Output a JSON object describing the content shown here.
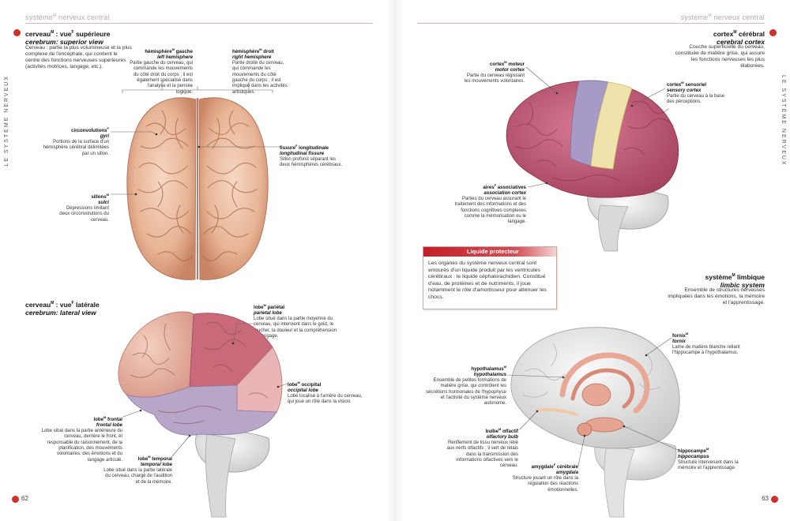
{
  "running_head": {
    "left": {
      "pre": "système",
      "sup": "M",
      "post": " nerveux central"
    },
    "right": {
      "pre": "système",
      "sup": "M",
      "post": " nerveux central"
    }
  },
  "side_tab": {
    "left": "LE SYSTÈME NERVEUX",
    "right": "LE SYSTÈME NERVEUX"
  },
  "folio": {
    "left": "62",
    "right": "63"
  },
  "colors": {
    "accent": "#d0302c",
    "box_header": "#c41e2a",
    "running_head": "#b9a9a9"
  },
  "top_view": {
    "title_fr": "cerveau",
    "title_sup": "M",
    "title_fr_rest": " : vue",
    "title_sup2": "F",
    "title_fr_rest2": " supérieure",
    "title_en": "cerebrum: superior view",
    "description": "Cerveau : partie la plus volumineuse et la plus complexe de l'encéphale, qui contient le centre des fonctions nerveuses supérieures (activités motrices, langage, etc.).",
    "labels": {
      "left_hemisphere": {
        "term": "hémisphère",
        "sup": "M",
        "term_rest": " gauche",
        "en": "left hemisphere",
        "desc": "Partie gauche du cerveau, qui commande les mouvements du côté droit du corps ; il est également spécialisé dans l'analyse et la pensée logique."
      },
      "right_hemisphere": {
        "term": "hémisphère",
        "sup": "M",
        "term_rest": " droit",
        "en": "right hemisphere",
        "desc": "Partie droite du cerveau, qui commande les mouvements du côté gauche du corps ; il est impliqué dans les activités artistiques."
      },
      "gyri": {
        "term": "circonvolutions",
        "sup": "F",
        "term_rest": "",
        "en": "gyri",
        "desc": "Portions de la surface d'un hémisphère cérébral délimitées par un sillon."
      },
      "fissure": {
        "term": "fissure",
        "sup": "F",
        "term_rest": " longitudinale",
        "en": "longitudinal fissure",
        "desc": "Sillon profond séparant les deux hémisphères cérébraux."
      },
      "sulci": {
        "term": "sillons",
        "sup": "M",
        "term_rest": "",
        "en": "sulci",
        "desc": "Dépressions limitant deux circonvolutions du cerveau."
      }
    }
  },
  "lateral_view": {
    "title_fr": "cerveau",
    "title_sup": "M",
    "title_fr_rest": " : vue",
    "title_sup2": "F",
    "title_fr_rest2": " latérale",
    "title_en": "cerebrum: lateral view",
    "labels": {
      "parietal": {
        "term": "lobe",
        "sup": "M",
        "term_rest": " pariétal",
        "en": "parietal lobe",
        "desc": "Lobe situé dans la partie moyenne du cerveau, qui intervient dans le goût, le toucher, la douleur et la compréhension du langage."
      },
      "occipital": {
        "term": "lobe",
        "sup": "M",
        "term_rest": " occipital",
        "en": "occipital lobe",
        "desc": "Lobe localisé à l'arrière du cerveau, qui joue un rôle dans la vision."
      },
      "frontal": {
        "term": "lobe",
        "sup": "M",
        "term_rest": " frontal",
        "en": "frontal lobe",
        "desc": "Lobe situé dans la partie antérieure du cerveau, derrière le front, et responsable du raisonnement, de la planification, des mouvements volontaires, des émotions et du langage articulé."
      },
      "temporal": {
        "term": "lobe",
        "sup": "M",
        "term_rest": " temporal",
        "en": "temporal lobe",
        "desc": "Lobe situé dans la partie latérale du cerveau, chargé de l'audition et de la mémoire."
      }
    }
  },
  "cortex": {
    "title_fr": "cortex",
    "title_sup": "M",
    "title_fr_rest": " cérébral",
    "title_en": "cerebral cortex",
    "description": "Couche superficielle du cerveau, constituée de matière grise, qui assure les fonctions nerveuses les plus élaborées.",
    "labels": {
      "motor": {
        "term": "cortex",
        "sup": "M",
        "term_rest": " moteur",
        "en": "motor cortex",
        "desc": "Partie du cerveau régissant les mouvements volontaires."
      },
      "sensory": {
        "term": "cortex",
        "sup": "M",
        "term_rest": " sensoriel",
        "en": "sensory cortex",
        "desc": "Partie du cerveau à la base des perceptions."
      },
      "association": {
        "term": "aires",
        "sup": "F",
        "term_rest": " associatives",
        "en": "association cortex",
        "desc": "Parties du cerveau assurant le traitement des informations et des fonctions cognitives complexes comme la mémorisation ou le langage."
      }
    }
  },
  "box": {
    "title": "Liquide protecteur",
    "text": "Les organes du système nerveux central sont entourés d'un liquide produit par les ventricules cérébraux : le liquide céphalorachidien. Constitué d'eau, de protéines et de nutriments, il joue notamment le rôle d'amortisseur pour atténuer les chocs."
  },
  "limbic": {
    "title_fr": "système",
    "title_sup": "M",
    "title_fr_rest": " limbique",
    "title_en": "limbic system",
    "description": "Ensemble de structures nerveuses impliquées dans les émotions, la mémoire et l'apprentissage.",
    "labels": {
      "fornix": {
        "term": "fornix",
        "sup": "M",
        "term_rest": "",
        "en": "fornix",
        "desc": "Lame de matière blanche reliant l'hippocampe à l'hypothalamus."
      },
      "hypothalamus": {
        "term": "hypothalamus",
        "sup": "M",
        "term_rest": "",
        "en": "hypothalamus",
        "desc": "Ensemble de petites formations de matière grise, qui contrôlent les sécrétions hormonales de l'hypophyse et l'activité du système nerveux autonome."
      },
      "olfactory": {
        "term": "bulbe",
        "sup": "M",
        "term_rest": " olfactif",
        "en": "olfactory bulb",
        "desc": "Renflement de tissu nerveux relié aux nerfs olfactifs ; il sert de relais dans la transmission des informations olfactives vers le cerveau."
      },
      "hippocampus": {
        "term": "hippocampe",
        "sup": "M",
        "term_rest": "",
        "en": "hippocampus",
        "desc": "Structure intervenant dans la mémoire et l'apprentissage."
      },
      "amygdala": {
        "term": "amygdale",
        "sup": "F",
        "term_rest": " cérébrale",
        "en": "amygdala",
        "desc": "Structure jouant un rôle dans la régulation des réactions émotionnelles."
      }
    }
  }
}
